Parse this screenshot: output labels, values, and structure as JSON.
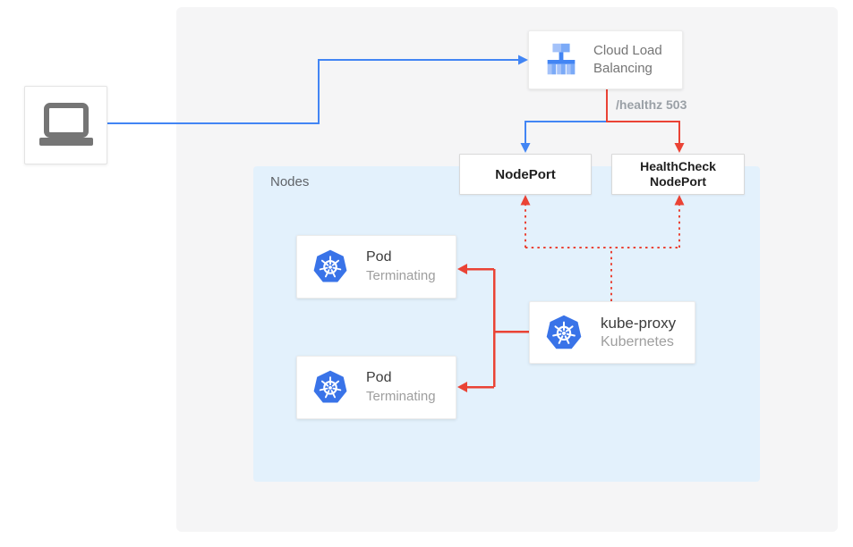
{
  "colors": {
    "traffic_blue": "#4285f4",
    "health_red": "#ea4335",
    "nodes_container_bg": "#e3f1fc",
    "panel_bg": "#f5f5f6",
    "kubernetes_blue": "#3973e8",
    "muted_text": "#9e9e9e"
  },
  "laptop": {
    "icon": "laptop-icon"
  },
  "cloud_load_balancing": {
    "label": "Cloud Load Balancing",
    "icon": "cloud-load-balancing-icon"
  },
  "healthz_badge": {
    "label": "/healthz 503"
  },
  "nodes_container": {
    "label": "Nodes"
  },
  "nodeport": {
    "label": "NodePort"
  },
  "healthcheck_nodeport": {
    "line1": "HealthCheck",
    "line2": "NodePort"
  },
  "pods": [
    {
      "title": "Pod",
      "status": "Terminating",
      "icon": "kubernetes-icon"
    },
    {
      "title": "Pod",
      "status": "Terminating",
      "icon": "kubernetes-icon"
    }
  ],
  "kube_proxy": {
    "title": "kube-proxy",
    "subtitle": "Kubernetes",
    "icon": "kubernetes-icon"
  }
}
